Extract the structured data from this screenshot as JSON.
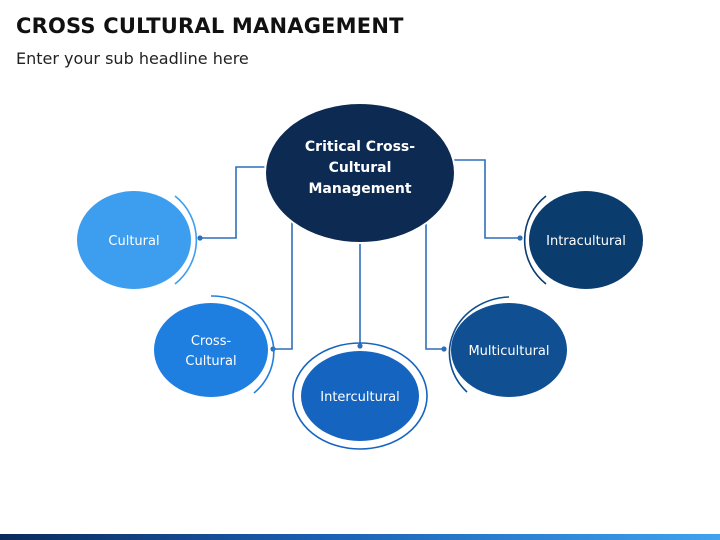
{
  "header": {
    "title": "CROSS CULTURAL MANAGEMENT",
    "subtitle": "Enter your sub headline here"
  },
  "diagram": {
    "center": {
      "lines": [
        "Critical Cross-",
        "Cultural",
        "Management"
      ],
      "color": "#0d2b52"
    },
    "nodes": [
      {
        "id": "cultural",
        "lines": [
          "Cultural"
        ],
        "color": "#3d9ef0",
        "ring": "#3d9ef0"
      },
      {
        "id": "cross-cultural",
        "lines": [
          "Cross-",
          "Cultural"
        ],
        "color": "#1f7fe0",
        "ring": "#1f7fe0"
      },
      {
        "id": "intercultural",
        "lines": [
          "Intercultural"
        ],
        "color": "#1565c0",
        "ring": "#1565c0"
      },
      {
        "id": "multicultural",
        "lines": [
          "Multicultural"
        ],
        "color": "#0f4f92",
        "ring": "#0f4f92"
      },
      {
        "id": "intracultural",
        "lines": [
          "Intracultural"
        ],
        "color": "#0b3c6e",
        "ring": "#0b3c6e"
      }
    ],
    "connector_color": "#2f6fb8"
  }
}
